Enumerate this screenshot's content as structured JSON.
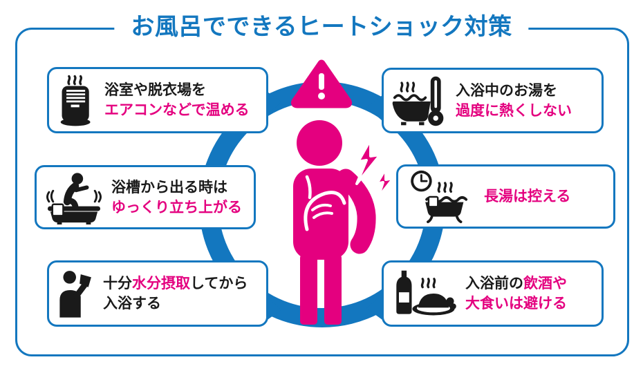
{
  "title": "お風呂でできるヒートショック対策",
  "colors": {
    "accent_blue": "#1377bf",
    "accent_pink": "#e4007f",
    "text_black": "#1a1a1a"
  },
  "center": {
    "warning_icon": "warning-exclamation-icon",
    "figure_icon": "person-chest-pain-icon"
  },
  "boxes": [
    {
      "icon": "heater-icon",
      "line1": [
        {
          "text": "浴室や脱衣場を",
          "color": "black"
        }
      ],
      "line2": [
        {
          "text": "エアコンなどで温める",
          "color": "pink"
        }
      ]
    },
    {
      "icon": "bathtub-exit-icon",
      "line1": [
        {
          "text": "浴槽から出る時は",
          "color": "black"
        }
      ],
      "line2": [
        {
          "text": "ゆっくり立ち上がる",
          "color": "pink"
        }
      ]
    },
    {
      "icon": "drink-water-icon",
      "line1": [
        {
          "text": "十分",
          "color": "black"
        },
        {
          "text": "水分摂取",
          "color": "pink"
        },
        {
          "text": "してから",
          "color": "black"
        }
      ],
      "line2": [
        {
          "text": "入浴する",
          "color": "black"
        }
      ]
    },
    {
      "icon": "bath-thermometer-icon",
      "line1": [
        {
          "text": "入浴中のお湯を",
          "color": "black"
        }
      ],
      "line2": [
        {
          "text": "過度に熱くしない",
          "color": "pink"
        }
      ]
    },
    {
      "icon": "clock-bathtub-icon",
      "line1": [
        {
          "text": "長湯は控える",
          "color": "pink"
        }
      ],
      "line2": []
    },
    {
      "icon": "alcohol-meal-icon",
      "line1": [
        {
          "text": "入浴前の",
          "color": "black"
        },
        {
          "text": "飲酒や",
          "color": "pink"
        }
      ],
      "line2": [
        {
          "text": "大食いは避ける",
          "color": "pink"
        }
      ]
    }
  ]
}
